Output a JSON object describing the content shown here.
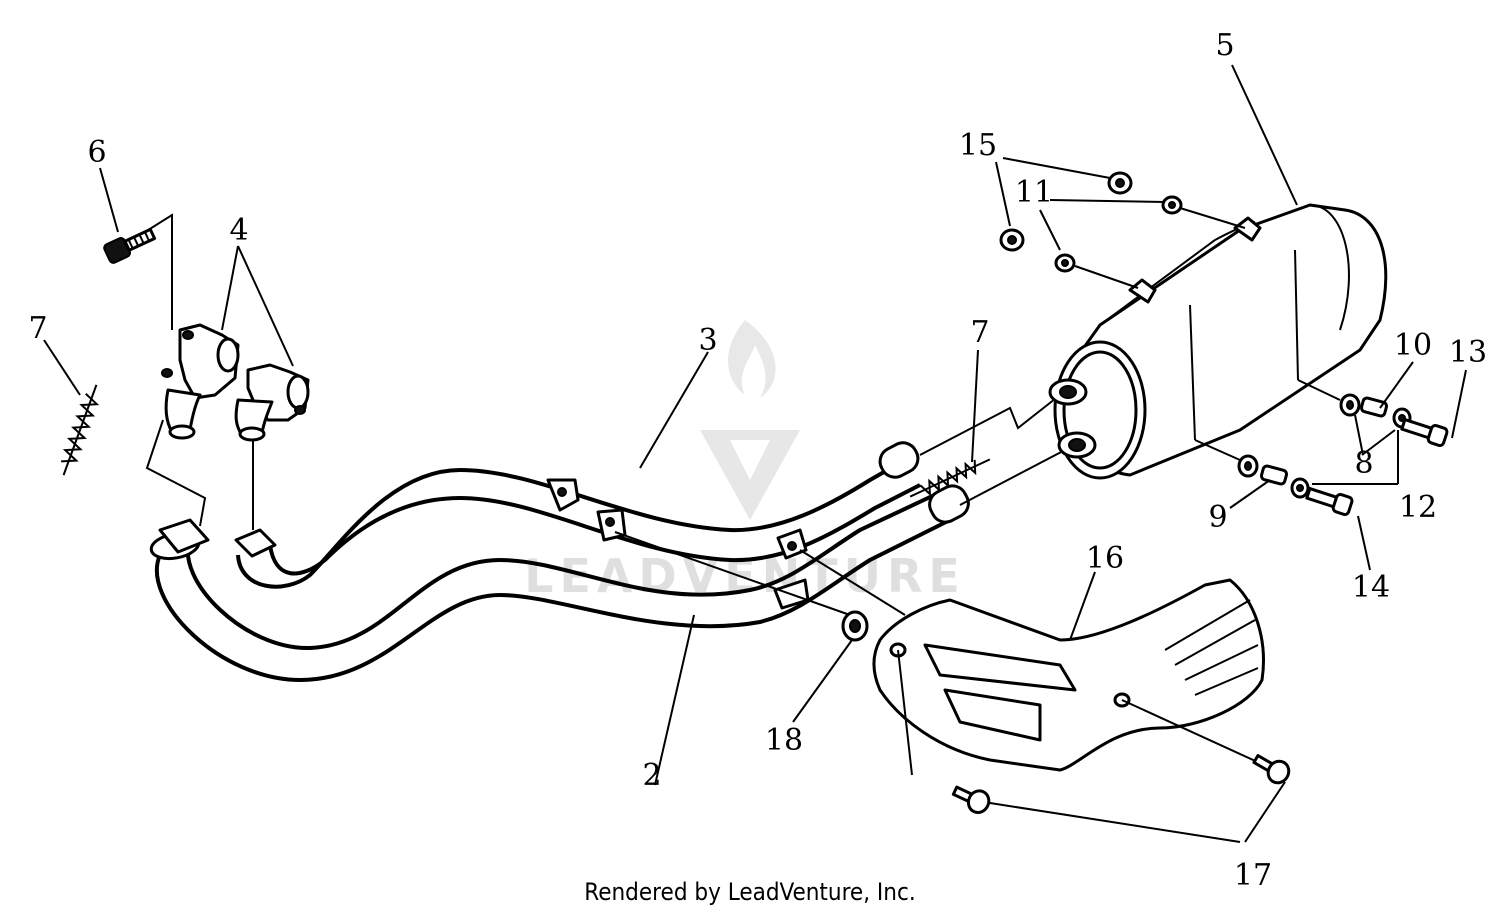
{
  "diagram": {
    "callouts": [
      {
        "id": "6",
        "label": "6"
      },
      {
        "id": "4",
        "label": "4"
      },
      {
        "id": "7a",
        "label": "7"
      },
      {
        "id": "3",
        "label": "3"
      },
      {
        "id": "7b",
        "label": "7"
      },
      {
        "id": "15",
        "label": "15"
      },
      {
        "id": "11",
        "label": "11"
      },
      {
        "id": "5",
        "label": "5"
      },
      {
        "id": "10",
        "label": "10"
      },
      {
        "id": "13",
        "label": "13"
      },
      {
        "id": "8",
        "label": "8"
      },
      {
        "id": "9",
        "label": "9"
      },
      {
        "id": "12",
        "label": "12"
      },
      {
        "id": "14",
        "label": "14"
      },
      {
        "id": "16",
        "label": "16"
      },
      {
        "id": "18",
        "label": "18"
      },
      {
        "id": "2",
        "label": "2"
      },
      {
        "id": "17",
        "label": "17"
      }
    ],
    "watermark": "LEADVENTURE",
    "footer": "Rendered by LeadVenture, Inc."
  }
}
